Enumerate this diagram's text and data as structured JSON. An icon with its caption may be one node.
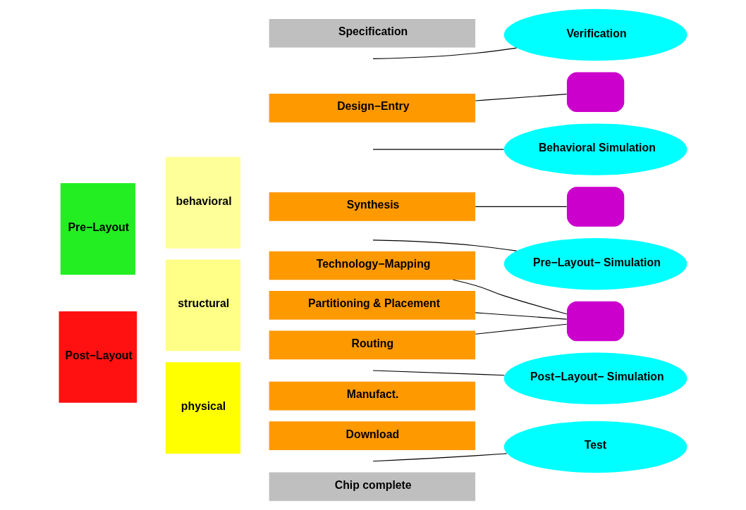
{
  "diagram": {
    "nodes": [
      {
        "text": [
          "Pre−Layout"
        ]
      },
      {
        "text": [
          "Post−Layout"
        ]
      },
      {
        "text": [
          "behavioral"
        ]
      },
      {
        "text": [
          "structural"
        ]
      },
      {
        "text": [
          "physical"
        ]
      },
      {
        "text": [
          "Specification"
        ]
      },
      {
        "text": [
          "Design−Entry"
        ]
      },
      {
        "text": [
          "Synthesis"
        ]
      },
      {
        "text": [
          "Technology−Mapping"
        ]
      },
      {
        "text": [
          "Partitioning & Placement"
        ]
      },
      {
        "text": [
          "Routing"
        ]
      },
      {
        "text": [
          "Manufact."
        ]
      },
      {
        "text": [
          "Download"
        ]
      },
      {
        "text": [
          "Chip complete"
        ]
      },
      {
        "text": [],
        "shape": "box"
      },
      {
        "text": [],
        "shape": "box"
      },
      {
        "text": [],
        "shape": "box"
      },
      {
        "text": [
          "Verification"
        ]
      },
      {
        "text": [
          "Behavioral Simulation"
        ]
      },
      {
        "text": [
          "Pre−Layout− Simulation"
        ]
      },
      {
        "text": [
          "Post−Layout− Simulation"
        ]
      },
      {
        "text": [
          "Test"
        ]
      }
    ],
    "edges": [
      {
        "from": 6,
        "to": 14,
        "arrow": "none"
      },
      {
        "from": 7,
        "to": 15,
        "arrow": "none"
      },
      {
        "from": 8,
        "to": 16,
        "arrow": "none"
      },
      {
        "from": 9,
        "to": 16,
        "arrow": "none"
      },
      {
        "from": 10,
        "to": 16,
        "arrow": "none"
      },
      {
        "from": null,
        "to": 17,
        "arrow": "none"
      },
      {
        "from": null,
        "to": 18,
        "arrow": "none"
      },
      {
        "from": null,
        "to": 19,
        "arrow": "none"
      },
      {
        "from": null,
        "to": 20,
        "arrow": "none"
      },
      {
        "from": null,
        "to": 21,
        "arrow": "none"
      }
    ]
  }
}
